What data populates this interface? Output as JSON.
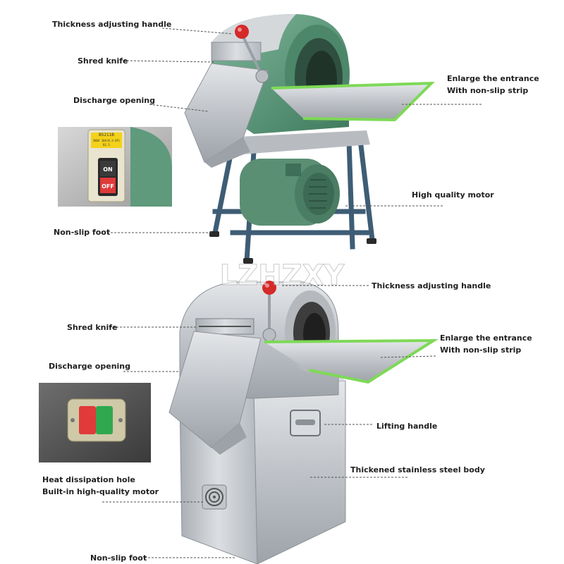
{
  "watermark": "LZHZXY",
  "top_machine": {
    "labels": {
      "thickness_handle": "Thickness adjusting handle",
      "shred_knife": "Shred knife",
      "discharge_opening": "Discharge opening",
      "entrance_line1": "Enlarge the entrance",
      "entrance_line2": "With non-slip strip",
      "motor": "High quality motor",
      "foot": "Non-slip foot"
    },
    "switch": {
      "model": "BS211B",
      "rating": "380V 10A(0.2~3P)",
      "code": "B1.5",
      "on": "ON",
      "off": "OFF"
    }
  },
  "bottom_machine": {
    "labels": {
      "thickness_handle": "Thickness adjusting handle",
      "shred_knife": "Shred knife",
      "discharge_opening": "Discharge opening",
      "entrance_line1": "Enlarge the entrance",
      "entrance_line2": "With non-slip strip",
      "lifting_handle": "Lifting handle",
      "body": "Thickened stainless steel body",
      "heat_line1": "Heat dissipation hole",
      "heat_line2": "Built-in high-quality motor",
      "foot": "Non-slip foot"
    }
  },
  "colors": {
    "green_body": "#5f9a7c",
    "green_strip": "#7ed957",
    "steel": "#c9ccd0",
    "frame_blue": "#4d6f8a",
    "knob_red": "#d42a2a",
    "off_red": "#e03a3a",
    "on_green": "#2fa84f"
  }
}
